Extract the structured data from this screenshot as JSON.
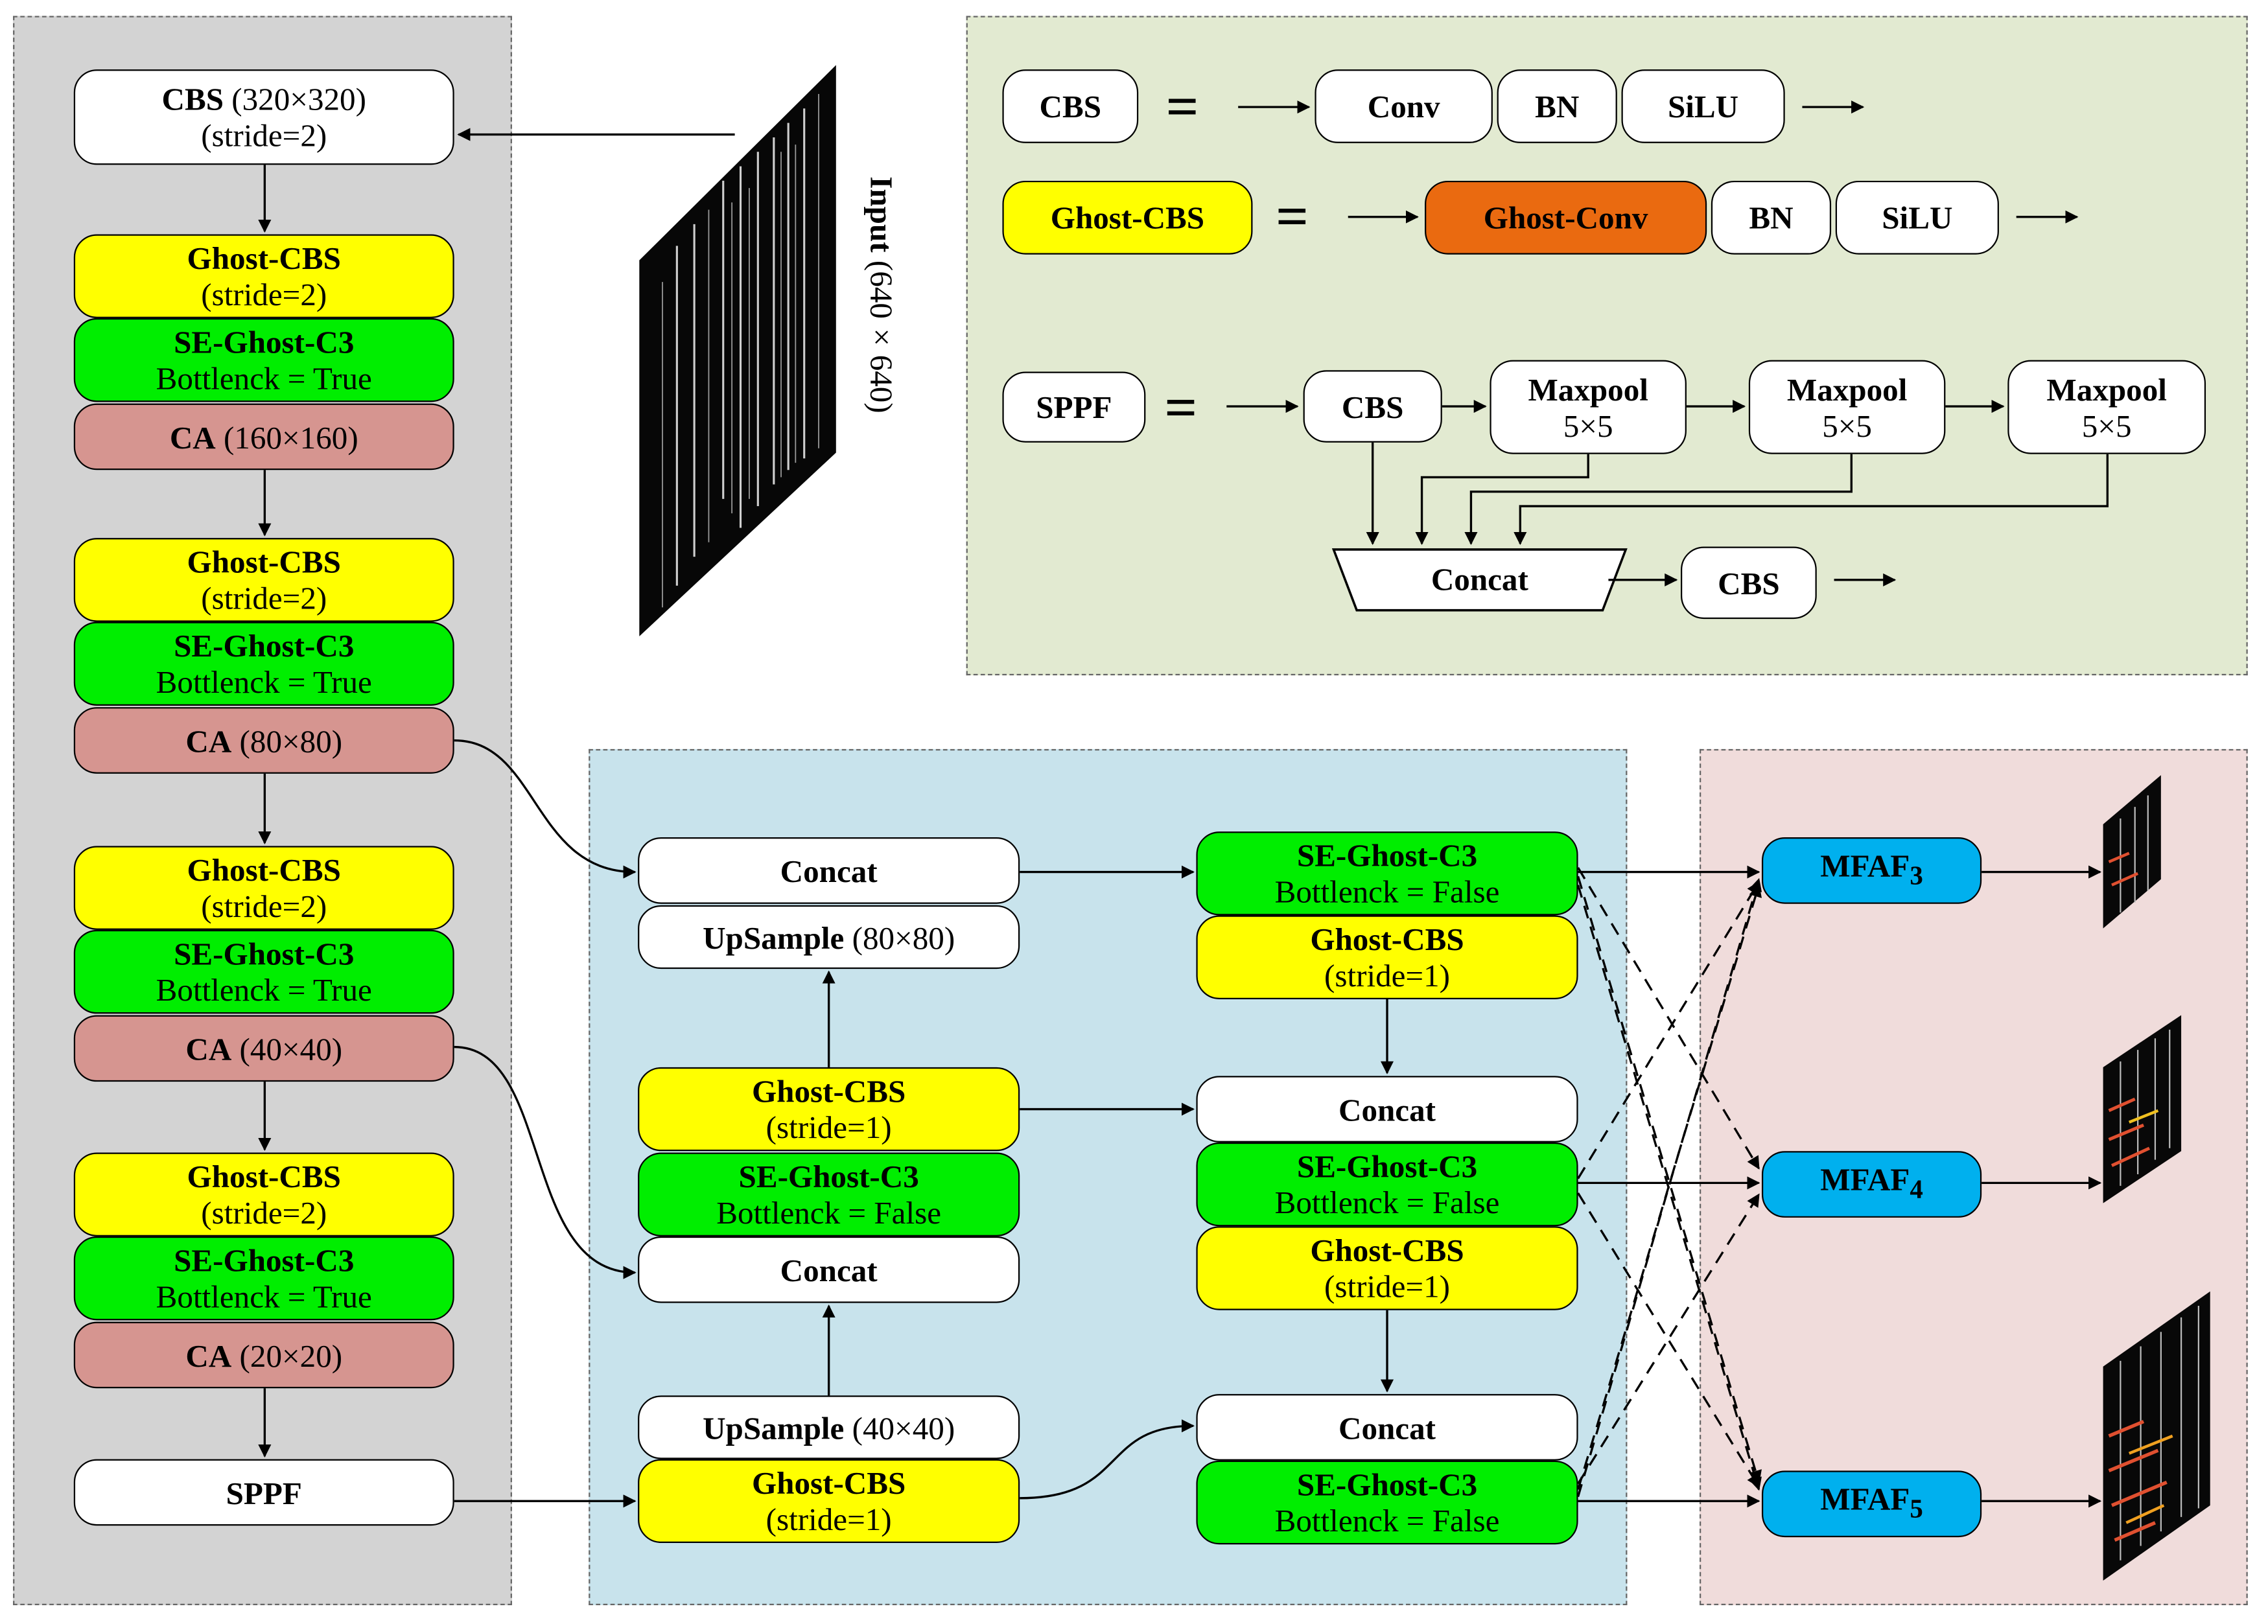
{
  "input": {
    "label_bold": "Input",
    "label_size": "(640×640)"
  },
  "backbone": {
    "cbs_first": {
      "name": "CBS",
      "size": "(320×320)",
      "stride": "(stride=2)"
    },
    "stages": [
      {
        "ghost_name": "Ghost-CBS",
        "ghost_stride": "(stride=2)",
        "se_name": "SE-Ghost-C3",
        "se_bottleneck": "Bottlenck = True",
        "ca_name": "CA",
        "ca_size": "(160×160)"
      },
      {
        "ghost_name": "Ghost-CBS",
        "ghost_stride": "(stride=2)",
        "se_name": "SE-Ghost-C3",
        "se_bottleneck": "Bottlenck = True",
        "ca_name": "CA",
        "ca_size": "(80×80)"
      },
      {
        "ghost_name": "Ghost-CBS",
        "ghost_stride": "(stride=2)",
        "se_name": "SE-Ghost-C3",
        "se_bottleneck": "Bottlenck = True",
        "ca_name": "CA",
        "ca_size": "(40×40)"
      },
      {
        "ghost_name": "Ghost-CBS",
        "ghost_stride": "(stride=2)",
        "se_name": "SE-Ghost-C3",
        "se_bottleneck": "Bottlenck = True",
        "ca_name": "CA",
        "ca_size": "(20×20)"
      }
    ],
    "sppf": "SPPF"
  },
  "legend": {
    "equals": "=",
    "cbs": {
      "name": "CBS",
      "parts": [
        "Conv",
        "BN",
        "SiLU"
      ]
    },
    "ghost_cbs": {
      "name": "Ghost-CBS",
      "parts": [
        "Ghost-Conv",
        "BN",
        "SiLU"
      ]
    },
    "sppf": {
      "name": "SPPF",
      "first": "CBS",
      "pool_name": "Maxpool",
      "pool_size": "5×5",
      "concat": "Concat",
      "last": "CBS"
    }
  },
  "neck": {
    "concat_top": "Concat",
    "upsample_top": {
      "name": "UpSample",
      "size": "(80×80)"
    },
    "ghost_mid": {
      "name": "Ghost-CBS",
      "stride": "(stride=1)"
    },
    "se_mid": {
      "name": "SE-Ghost-C3",
      "bottleneck": "Bottlenck = False"
    },
    "concat_mid": "Concat",
    "upsample_bot": {
      "name": "UpSample",
      "size": "(40×40)"
    },
    "ghost_bot": {
      "name": "Ghost-CBS",
      "stride": "(stride=1)"
    },
    "r_se_top": {
      "name": "SE-Ghost-C3",
      "bottleneck": "Bottlenck = False"
    },
    "r_ghost_top": {
      "name": "Ghost-CBS",
      "stride": "(stride=1)"
    },
    "r_concat_mid": "Concat",
    "r_se_mid": {
      "name": "SE-Ghost-C3",
      "bottleneck": "Bottlenck = False"
    },
    "r_ghost_mid": {
      "name": "Ghost-CBS",
      "stride": "(stride=1)"
    },
    "r_concat_bot": "Concat",
    "r_se_bot": {
      "name": "SE-Ghost-C3",
      "bottleneck": "Bottlenck = False"
    }
  },
  "head": {
    "mfaf3": {
      "base": "MFAF",
      "sub": "3"
    },
    "mfaf4": {
      "base": "MFAF",
      "sub": "4"
    },
    "mfaf5": {
      "base": "MFAF",
      "sub": "5"
    }
  },
  "colors": {
    "backbone_panel": "#d3d3d3",
    "legend_panel": "#e2ead1",
    "neck_panel": "#c8e3ec",
    "head_panel": "#f0dcdb",
    "yellow": "#ffff00",
    "green": "#00ee00",
    "pink": "#d69590",
    "orange": "#ea6a10",
    "blue": "#00b0ee"
  }
}
